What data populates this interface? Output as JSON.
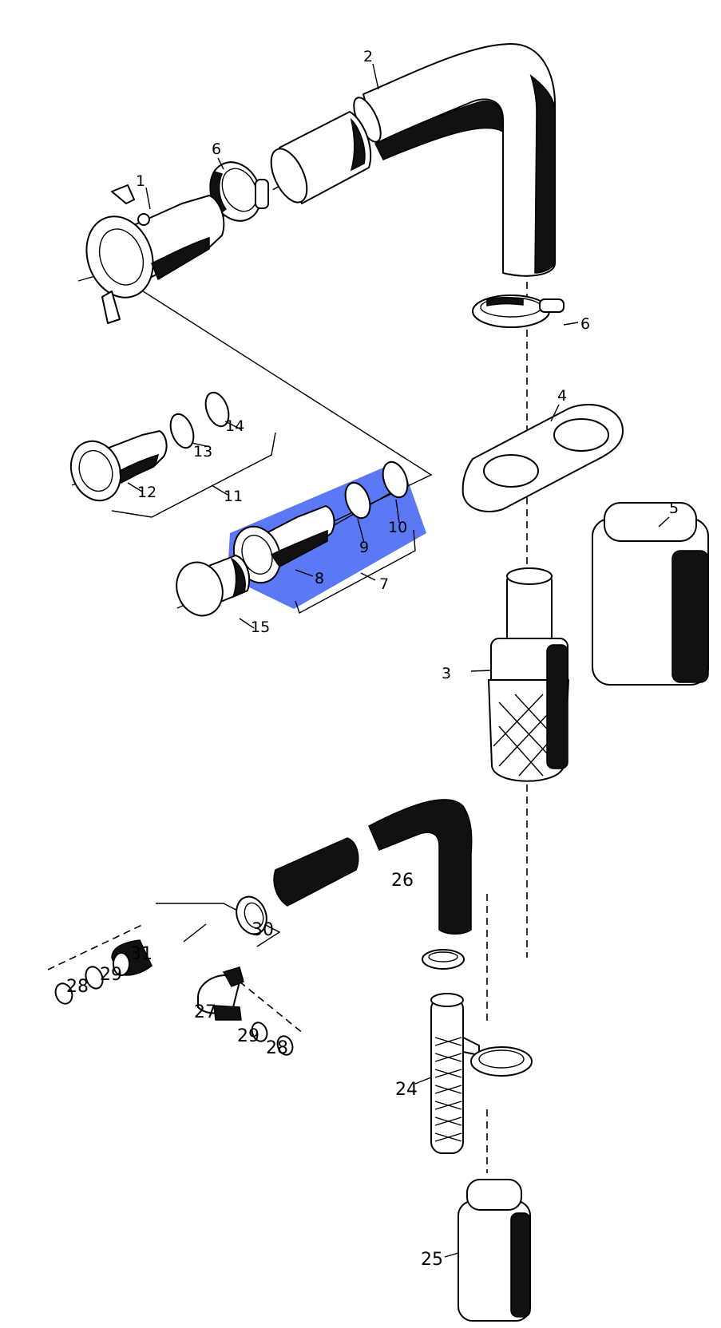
{
  "highlight": {
    "color": "#5b79f5"
  },
  "callouts": {
    "c1": "1",
    "c2": "2",
    "c3": "3",
    "c4": "4",
    "c5": "5",
    "c6a": "6",
    "c6b": "6",
    "c7": "7",
    "c8": "8",
    "c9": "9",
    "c10": "10",
    "c11": "11",
    "c12": "12",
    "c13": "13",
    "c14": "14",
    "c15": "15",
    "c24": "24",
    "c25": "25",
    "c26": "26",
    "c27": "27",
    "c28a": "28",
    "c28b": "28",
    "c29a": "29",
    "c29b": "29",
    "c30": "30",
    "c31": "31"
  }
}
